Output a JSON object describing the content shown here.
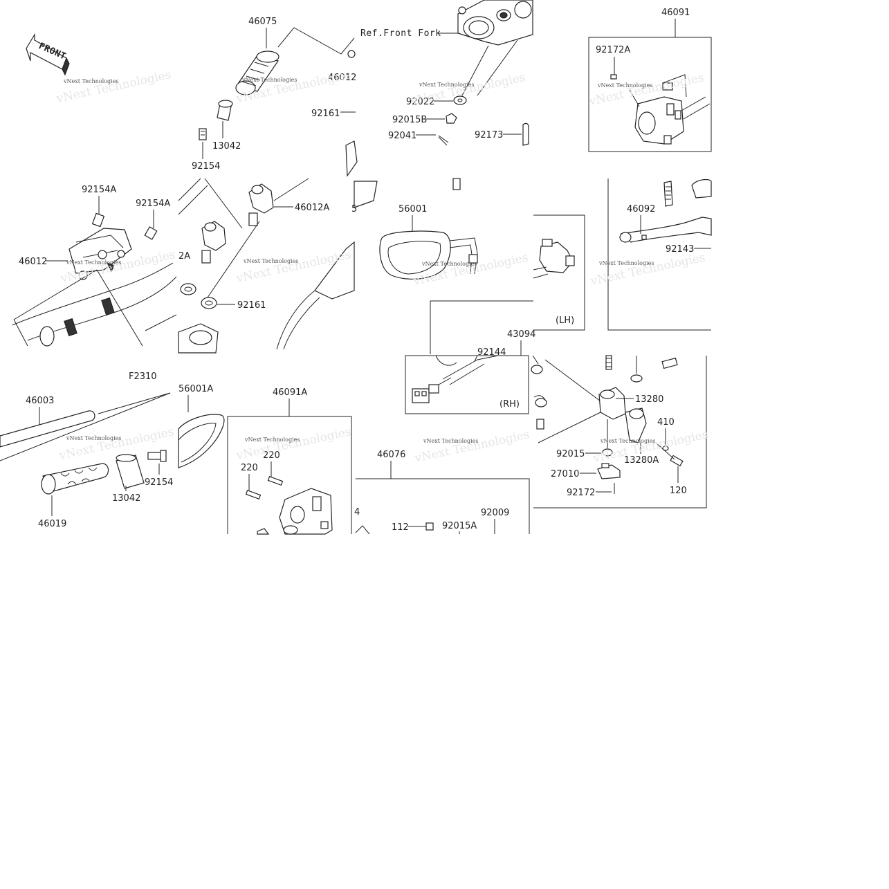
{
  "diagram": {
    "front_arrow_label": "FRONT",
    "ref_label": "Ref.Front Fork",
    "figure_code": "F2310",
    "lh_label": "(LH)",
    "rh_label": "(RH)",
    "watermark": "vNext Technologies",
    "parts": {
      "p46075": "46075",
      "p46012_top": "46012",
      "p92161_top": "92161",
      "p13042_top": "13042",
      "p92154_top": "92154",
      "p92022": "92022",
      "p92015b": "92015B",
      "p92041": "92041",
      "p92173": "92173",
      "p46091": "46091",
      "p92172a": "92172A",
      "p92154a_1": "92154A",
      "p92154a_2": "92154A",
      "p46012_left": "46012",
      "p46012a_1": "46012A",
      "p46012a_2": "2A",
      "p92161_mid": "92161",
      "p56001": "56001",
      "p46092": "46092",
      "p92143": "92143",
      "p43094": "43094",
      "p92144": "92144",
      "p46003": "46003",
      "p56001a": "56001A",
      "p46019": "46019",
      "p13042_low": "13042",
      "p92154_low": "92154",
      "p46091a": "46091A",
      "p220_1": "220",
      "p220_2": "220",
      "p46076": "46076",
      "p112": "112",
      "p92015a": "92015A",
      "p92009": "92009",
      "p13280": "13280",
      "p410": "410",
      "p92015": "92015",
      "p13280a": "13280A",
      "p27010": "27010",
      "p92172": "92172",
      "p120": "120"
    }
  }
}
